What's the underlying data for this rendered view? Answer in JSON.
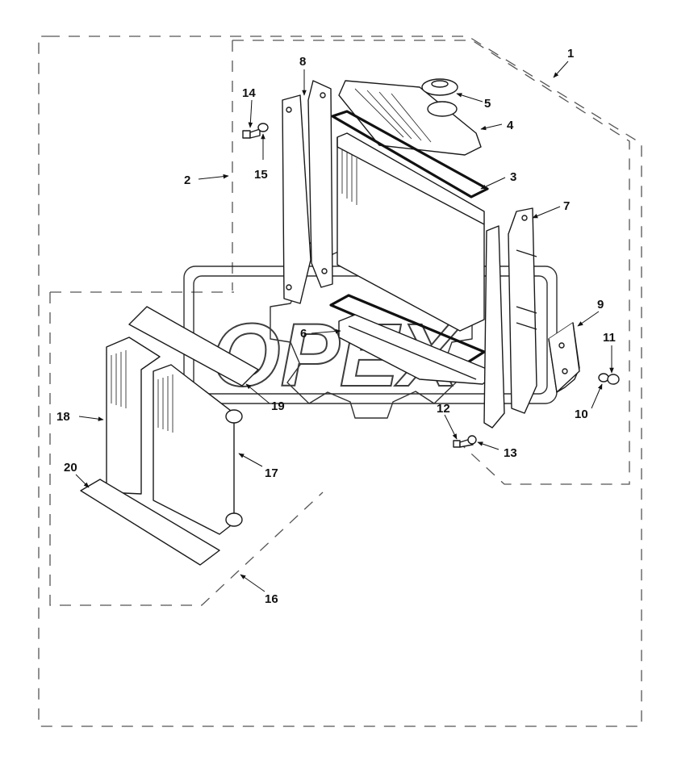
{
  "diagram": {
    "callouts": [
      {
        "id": "1",
        "label": "1"
      },
      {
        "id": "2",
        "label": "2"
      },
      {
        "id": "3",
        "label": "3"
      },
      {
        "id": "4",
        "label": "4"
      },
      {
        "id": "5",
        "label": "5"
      },
      {
        "id": "6",
        "label": "6"
      },
      {
        "id": "7",
        "label": "7"
      },
      {
        "id": "8",
        "label": "8"
      },
      {
        "id": "9",
        "label": "9"
      },
      {
        "id": "10",
        "label": "10"
      },
      {
        "id": "11",
        "label": "11"
      },
      {
        "id": "12",
        "label": "12"
      },
      {
        "id": "13",
        "label": "13"
      },
      {
        "id": "14",
        "label": "14"
      },
      {
        "id": "15",
        "label": "15"
      },
      {
        "id": "16",
        "label": "16"
      },
      {
        "id": "17",
        "label": "17"
      },
      {
        "id": "18",
        "label": "18"
      },
      {
        "id": "19",
        "label": "19"
      },
      {
        "id": "20",
        "label": "20"
      }
    ],
    "watermark": {
      "text": "OPEX",
      "icon": "gear-icon"
    },
    "colors": {
      "line": "#1a1a1a",
      "dash": "#555555",
      "background": "#ffffff"
    }
  }
}
